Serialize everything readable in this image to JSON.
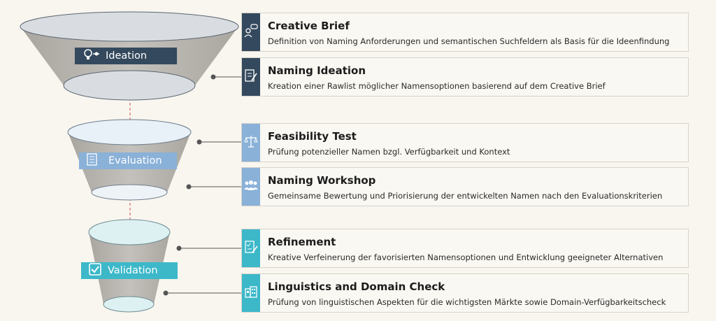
{
  "stages": [
    {
      "label": "Ideation",
      "icon": "lightbulb-icon",
      "color": "#34495d"
    },
    {
      "label": "Evaluation",
      "icon": "checklist-icon",
      "color": "#8ab1d8"
    },
    {
      "label": "Validation",
      "icon": "checkbox-icon",
      "color": "#3cb8c9"
    }
  ],
  "steps": [
    {
      "title": "Creative Brief",
      "description": "Definition von Naming Anforderungen und semantischen Suchfeldern als Basis für die Ideenfindung",
      "icon": "people-chat-icon",
      "color": "#34495d"
    },
    {
      "title": "Naming Ideation",
      "description": "Kreation einer Rawlist möglicher Namensoptionen basierend auf dem Creative Brief",
      "icon": "document-edit-icon",
      "color": "#34495d"
    },
    {
      "title": "Feasibility Test",
      "description": "Prüfung potenzieller Namen bzgl. Verfügbarkeit und Kontext",
      "icon": "scale-icon",
      "color": "#8ab1d8"
    },
    {
      "title": "Naming Workshop",
      "description": "Gemeinsame Bewertung und Priorisierung der entwickelten Namen nach den Evaluationskriterien",
      "icon": "group-icon",
      "color": "#8ab1d8"
    },
    {
      "title": "Refinement",
      "description": "Kreative Verfeinerung der favorisierten Namensoptionen und Entwicklung geeigneter Alternativen",
      "icon": "document-pen-icon",
      "color": "#3cb8c9"
    },
    {
      "title": "Linguistics and Domain Check",
      "description": "Prüfung von linguistischen Aspekten für die wichtigsten Märkte sowie Domain-Verfügbarkeitscheck",
      "icon": "buildings-icon",
      "color": "#3cb8c9"
    }
  ]
}
